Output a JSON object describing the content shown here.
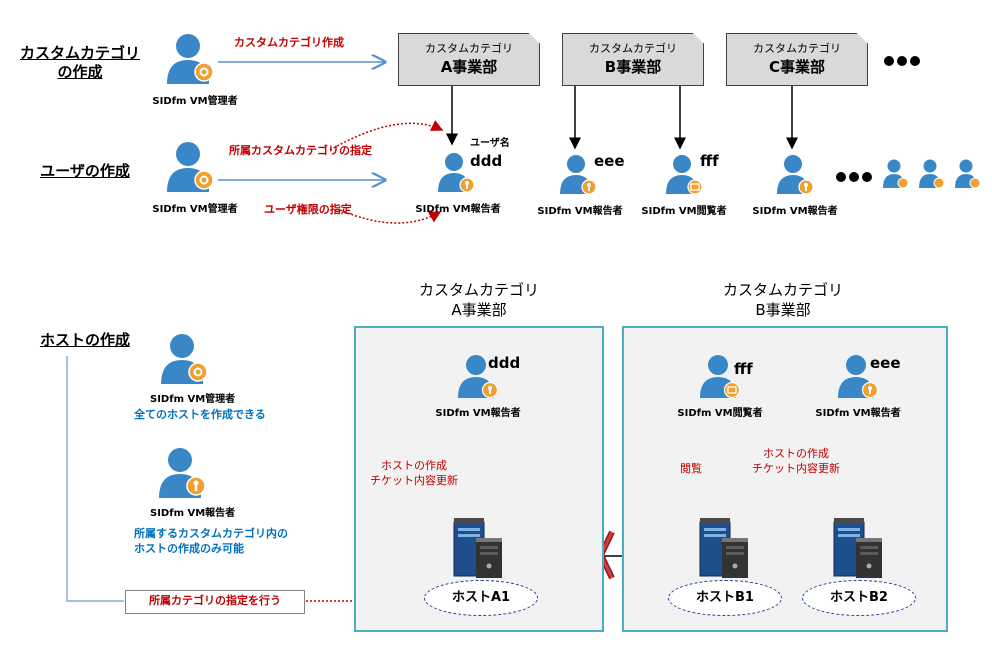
{
  "sections": {
    "custom_category": "カスタムカテゴリ\nの作成",
    "user": "ユーザの作成",
    "host": "ホストの作成"
  },
  "row1": {
    "admin_label": "SIDfm VM管理者",
    "arrow_label": "カスタムカテゴリ作成",
    "categories": [
      {
        "line1": "カスタムカテゴリ",
        "line2": "A事業部"
      },
      {
        "line1": "カスタムカテゴリ",
        "line2": "B事業部"
      },
      {
        "line1": "カスタムカテゴリ",
        "line2": "C事業部"
      }
    ]
  },
  "row2": {
    "admin_label": "SIDfm VM管理者",
    "assign_category_label": "所属カスタムカテゴリの指定",
    "assign_permission_label": "ユーザ権限の指定",
    "username_caption": "ユーザ名",
    "users": [
      {
        "name": "ddd",
        "role": "SIDfm VM報告者"
      },
      {
        "name": "eee",
        "role": "SIDfm VM報告者"
      },
      {
        "name": "fff",
        "role": "SIDfm VM閲覧者"
      },
      {
        "name": "",
        "role": "SIDfm VM報告者"
      }
    ]
  },
  "row3": {
    "admin_label": "SIDfm VM管理者",
    "admin_note": "全てのホストを作成できる",
    "reporter_label": "SIDfm VM報告者",
    "reporter_note": "所属するカスタムカテゴリ内の\nホストの作成のみ可能",
    "assign_note": "所属カテゴリの指定を行う",
    "area_a": {
      "title": "カスタムカテゴリ\nA事業部",
      "user_name": "ddd",
      "user_role": "SIDfm VM報告者",
      "action": "ホストの作成\nチケット内容更新",
      "host": "ホストA1"
    },
    "area_b": {
      "title": "カスタムカテゴリ\nB事業部",
      "viewer_name": "fff",
      "viewer_role": "SIDfm VM閲覧者",
      "viewer_action": "閲覧",
      "reporter_name": "eee",
      "reporter_role": "SIDfm VM報告者",
      "reporter_action": "ホストの作成\nチケット内容更新",
      "host1": "ホストB1",
      "host2": "ホストB2"
    }
  },
  "colors": {
    "person": "#3a87c8",
    "badge": "#f0a030",
    "red_text": "#c00000",
    "blue_text": "#0070c0",
    "area_border": "#4bacc6",
    "arrow_blue": "#5b8fcf"
  }
}
